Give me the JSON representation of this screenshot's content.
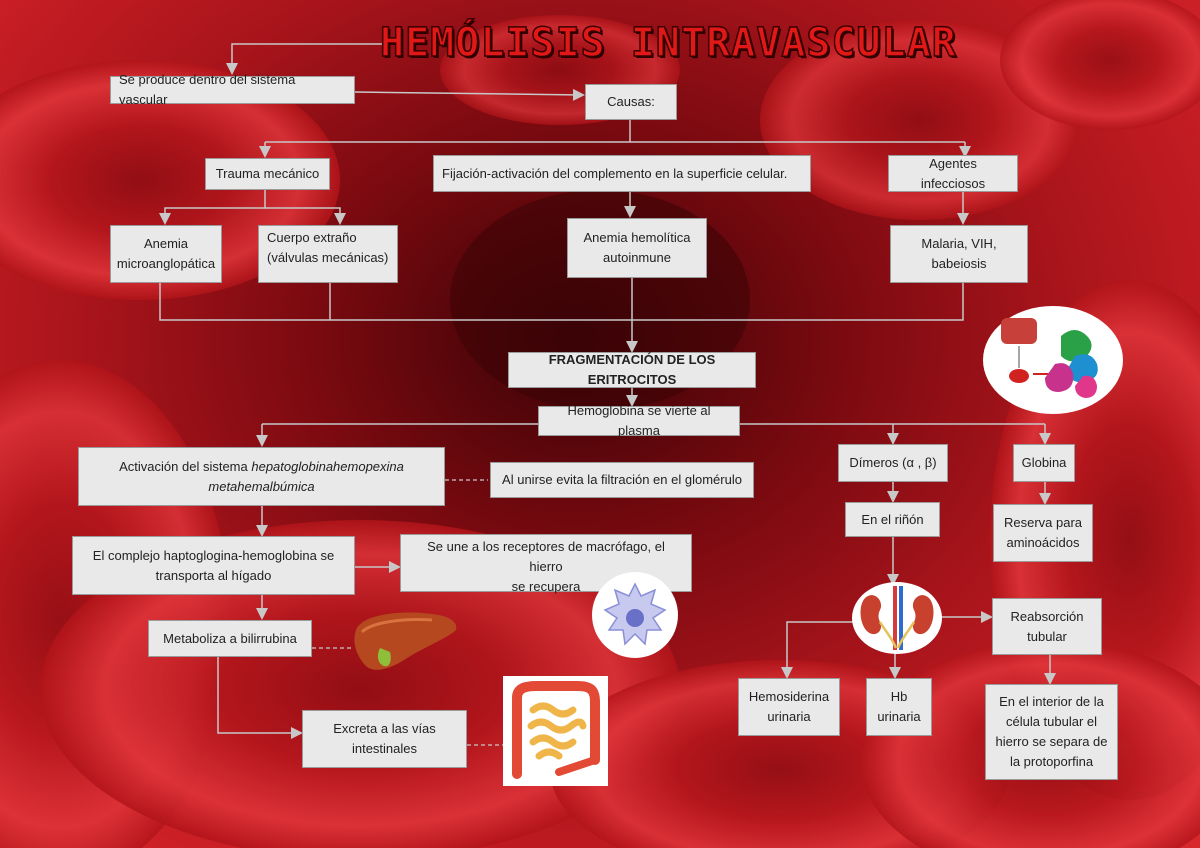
{
  "title": "HEMÓLISIS INTRAVASCULAR",
  "nodes": {
    "sistema_vascular": "Se produce dentro del sistema vascular",
    "causas": "Causas:",
    "trauma": "Trauma mecánico",
    "fijacion": "Fijación-activación del complemento en la superficie celular.",
    "agentes": "Agentes infecciosos",
    "anemia_micro_1": "Anemia",
    "anemia_micro_2": "microanglopática",
    "cuerpo_1": "Cuerpo extraño",
    "cuerpo_2": "(válvulas mecánicas)",
    "anemia_hemo_1": "Anemia hemolítica",
    "anemia_hemo_2": "autoinmune",
    "malaria_1": "Malaria, VIH,",
    "malaria_2": "babeiosis",
    "fragmentacion": "FRAGMENTACIÓN DE LOS ERITROCITOS",
    "hemoglobina": "Hemoglobina se vierte al plasma",
    "activacion_prefix": "Activación del sistema ",
    "activacion_italic_1": "hepatoglobinahemopexina",
    "activacion_italic_2": "metahemalbúmica",
    "al_unirse": "Al unirse evita la filtración en el glomérulo",
    "dimeros": "Dímeros (α , β)",
    "globina": "Globina",
    "complejo_1": "El complejo haptoglogina-hemoglobina se",
    "complejo_2": "transporta al hígado",
    "receptores_1": "Se une a los receptores de macrófago, el hierro",
    "receptores_2": "se recupera",
    "rinon": "En el riñón",
    "reserva_1": "Reserva para",
    "reserva_2": "aminoácidos",
    "bilirrubina": "Metaboliza a bilirrubina",
    "reabsorcion_1": "Reabsorción",
    "reabsorcion_2": "tubular",
    "hemosiderina_1": "Hemosiderina",
    "hemosiderina_2": "urinaria",
    "hb_1": "Hb",
    "hb_2": "urinaria",
    "excreta_1": "Excreta a las vías",
    "excreta_2": "intestinales",
    "interior_1": "En el interior de la",
    "interior_2": "célula tubular el",
    "interior_3": "hierro se separa de",
    "interior_4": "la protoporfina"
  },
  "colors": {
    "background": "#a8141b",
    "box_fill": "#e9e9e9",
    "title": "#e01818",
    "connector": "#c8c8c8"
  },
  "icons": [
    "hemoglobin-molecule-icon",
    "macrophage-icon",
    "liver-icon",
    "kidney-icon",
    "intestine-icon"
  ]
}
